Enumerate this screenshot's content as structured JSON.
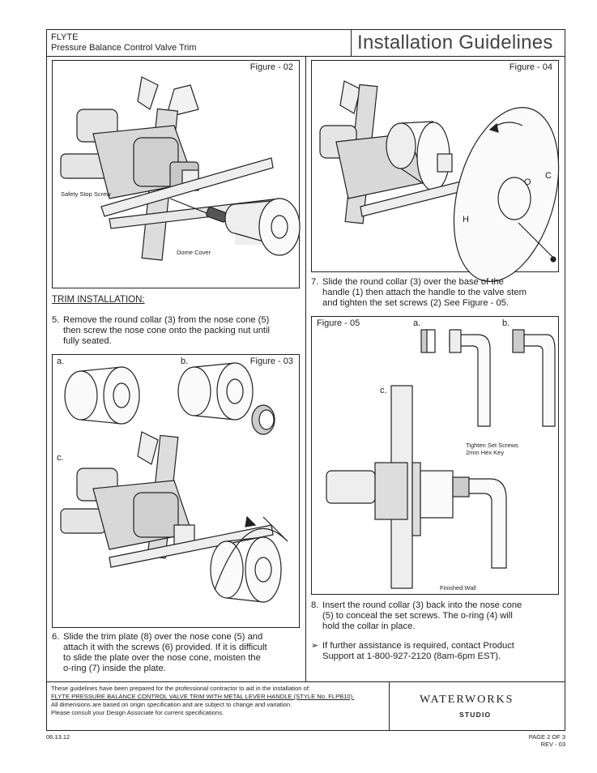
{
  "header": {
    "brand": "FLYTE",
    "product": "Pressure Balance Control Valve Trim",
    "doc_title": "Installation Guidelines"
  },
  "figures": {
    "fig02": {
      "label": "Figure - 02",
      "callout_screw": "Safety Stop Screw",
      "callout_dome": "Dome Cover"
    },
    "fig03": {
      "label": "Figure - 03",
      "a": "a.",
      "b": "b.",
      "c": "c."
    },
    "fig04": {
      "label": "Figure - 04"
    },
    "fig05": {
      "label": "Figure - 05",
      "a": "a.",
      "b": "b.",
      "c": "c.",
      "callout_screws_1": "Tighten Set Screws",
      "callout_screws_2": "2mm Hex Key",
      "callout_wall": "Finished Wall"
    }
  },
  "section_heading": "TRIM INSTALLATION:",
  "steps": {
    "s5": {
      "num": "5.",
      "lines": [
        "Remove the round collar (3) from the nose cone (5)",
        "then screw the nose cone onto the packing nut until",
        "fully seated."
      ]
    },
    "s6": {
      "num": "6.",
      "lines": [
        "Slide the trim plate (8) over the nose cone (5) and",
        "attach it with the screws (6) provided. If it is difficult",
        "to slide the plate over the nose cone, moisten the",
        "o-ring (7) inside the plate."
      ]
    },
    "s7": {
      "num": "7.",
      "lines": [
        "Slide the round collar (3) over the base of the",
        "handle (1) then attach the handle to the valve stem",
        "and tighten the set screws (2) See Figure - 05."
      ]
    },
    "s8": {
      "num": "8.",
      "lines": [
        "Insert the round collar (3) back into the nose cone",
        "(5) to conceal the set screws. The o-ring (4) will",
        "hold the collar in place."
      ]
    },
    "note": {
      "lines": [
        "If further assistance is required, contact Product",
        "Support at 1-800-927-2120 (8am-6pm EST)."
      ]
    }
  },
  "plate_letters": {
    "h": "H",
    "o": "O",
    "c": "C"
  },
  "footer": {
    "lines": [
      "These guidelines have been prepared for the professional contractor to aid in the installation of:",
      "FLYTE PRESSURE BALANCE CONTROL VALVE TRIM WITH METAL LEVER HANDLE (STYLE No. FLPB10).",
      "All dimensions are based on origin specification and are subject to change and variation.",
      "Please consult your Design Associate for current specifications."
    ],
    "logo_main": "WATERWORKS",
    "logo_sub": "STUDIO",
    "date": "06.13.12",
    "page": "PAGE 2 OF 3",
    "rev": "REV - 03"
  }
}
